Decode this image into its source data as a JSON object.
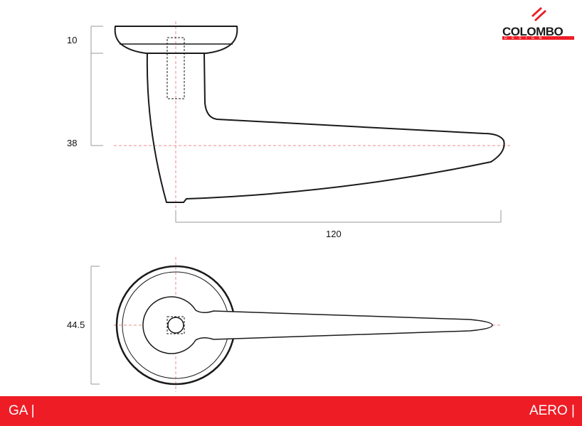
{
  "colors": {
    "brand_red": "#ee1c25",
    "line": "#1a1a1a",
    "centerline": "#f08a8a",
    "dimension": "#9a9a9a"
  },
  "logo": {
    "name": "COLOMBO",
    "subtitle": "DESIGN"
  },
  "dimensions": {
    "rose_height": "10",
    "handle_height": "38",
    "handle_length": "120",
    "rose_diameter": "44.5"
  },
  "footer": {
    "left_label": "GA |",
    "right_label": "AERO |"
  }
}
